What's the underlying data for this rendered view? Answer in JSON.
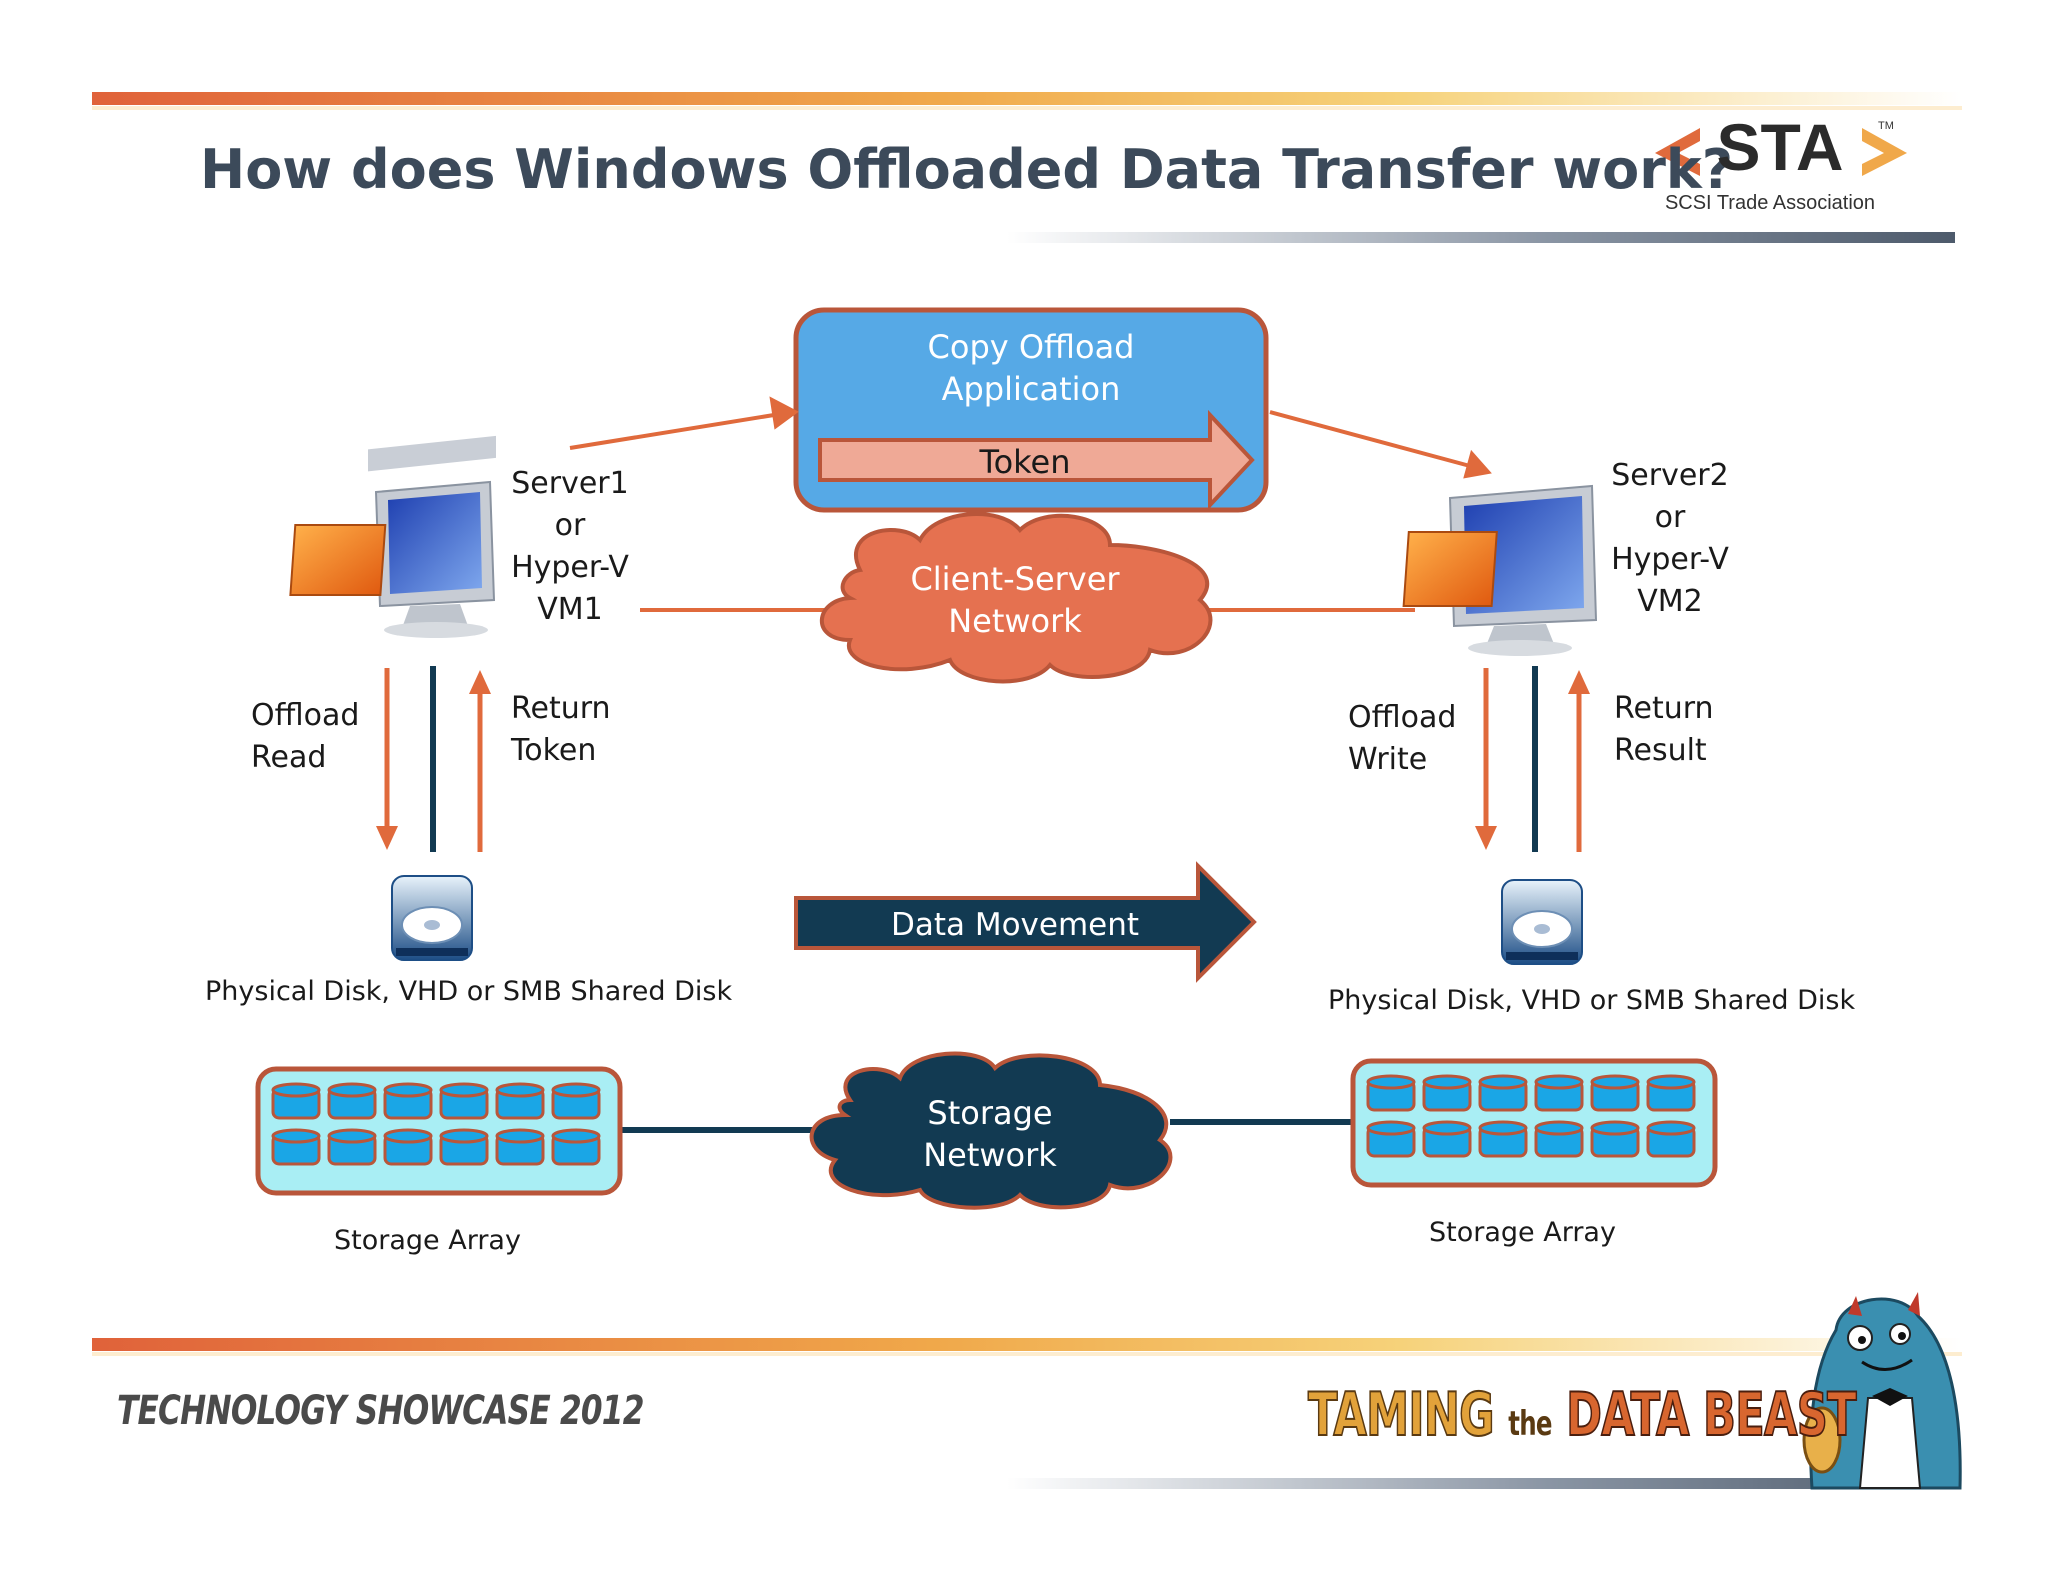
{
  "header": {
    "title": "How does Windows Offloaded Data Transfer work?",
    "logo_main": "STA",
    "logo_tm": "TM",
    "logo_sub": "SCSI Trade Association"
  },
  "diagram": {
    "app_box": "Copy Offload\nApplication",
    "token_arrow": "Token",
    "client_network": "Client-Server\nNetwork",
    "server1": "Server1\nor\nHyper-V\nVM1",
    "server2": "Server2\nor\nHyper-V\nVM2",
    "offload_read": "Offload\nRead",
    "return_token": "Return\nToken",
    "offload_write": "Offload\nWrite",
    "return_result": "Return\nResult",
    "disk_left": "Physical Disk, VHD or SMB Shared Disk",
    "disk_right": "Physical Disk, VHD or SMB Shared Disk",
    "data_movement": "Data Movement",
    "storage_network": "Storage\nNetwork",
    "array_left": "Storage Array",
    "array_right": "Storage Array"
  },
  "footer": {
    "left": "TECHNOLOGY SHOWCASE 2012",
    "right_a": "TAMING",
    "right_the": "the",
    "right_b": "DATA BEAST"
  },
  "colors": {
    "accent_orange": "#e06a3c",
    "navy": "#123a52",
    "app_box_blue": "#56a9e6",
    "disk_cyan": "#1aa6e6",
    "array_bg": "#a9eef4"
  },
  "icons": [
    "monitor-icon",
    "hard-disk-icon",
    "storage-array-icon",
    "cloud-icon",
    "monster-mascot-icon"
  ]
}
